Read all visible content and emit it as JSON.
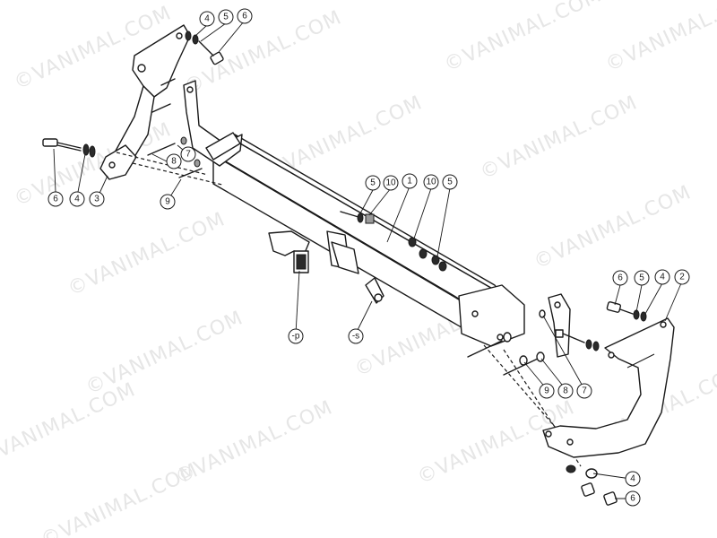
{
  "watermark": "©VANIMAL.COM",
  "callouts": {
    "c_4_top": "4",
    "c_5_top": "5",
    "c_6_top": "6",
    "c_8_left": "8",
    "c_7_left": "7",
    "c_9_left": "9",
    "c_6_left": "6",
    "c_4_left": "4",
    "c_3": "3",
    "c_5_mid": "5",
    "c_10_mid": "10",
    "c_1": "1",
    "c_10_mid2": "10",
    "c_5_mid2": "5",
    "c_6_right": "6",
    "c_5_right": "5",
    "c_4_right": "4",
    "c_2": "2",
    "c_9_right": "9",
    "c_8_right": "8",
    "c_7_right": "7",
    "c_4_bottom": "4",
    "c_6_bottom": "6",
    "c_p": "-p",
    "c_s": "-s"
  },
  "colors": {
    "line": "#1a1a1a",
    "watermark": "#e6e6e6",
    "background": "#ffffff"
  }
}
